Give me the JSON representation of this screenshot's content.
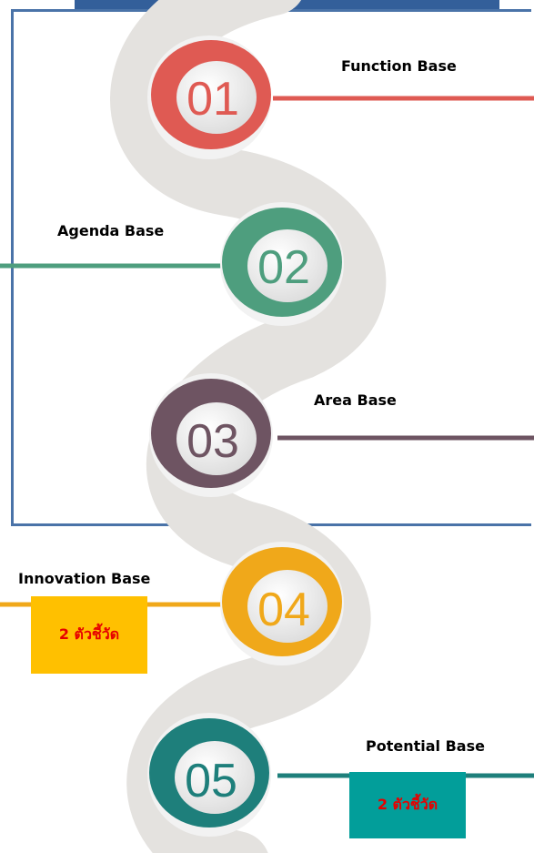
{
  "colors": {
    "step1": "#df5a53",
    "step2": "#4e9e7e",
    "step3": "#6e5462",
    "step4": "#f0a81a",
    "step5": "#1e7f7b",
    "path": "#e4e2df",
    "frame": "#4a73a8",
    "badge_yellow": "#ffc000",
    "badge_teal": "#029e9a",
    "badge_text": "#e60000"
  },
  "steps": [
    {
      "number": "01",
      "label": "Function Base"
    },
    {
      "number": "02",
      "label": "Agenda Base"
    },
    {
      "number": "03",
      "label": "Area Base"
    },
    {
      "number": "04",
      "label": "Innovation Base"
    },
    {
      "number": "05",
      "label": "Potential Base"
    }
  ],
  "badges": {
    "innovation": "2 ตัวชี้วัด",
    "potential": "2 ตัวชี้วัด"
  }
}
